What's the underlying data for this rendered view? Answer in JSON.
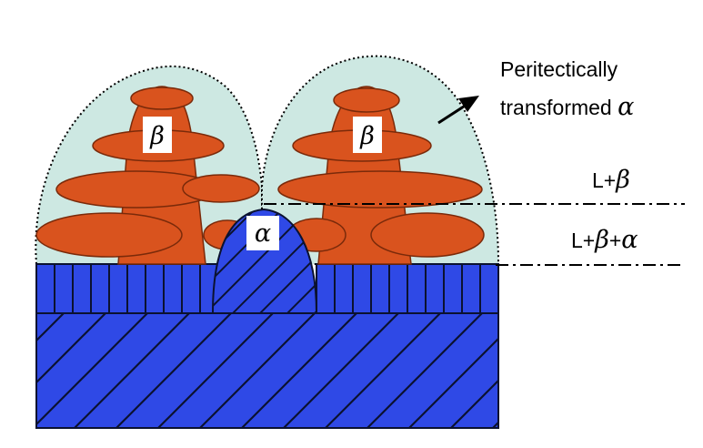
{
  "colors": {
    "alpha_phase": "#2f49e6",
    "beta_phase": "#d9531e",
    "liquid_envelope": "#cde8e2",
    "outline": "#000000",
    "background": "#ffffff"
  },
  "labels": {
    "beta_left": "β",
    "beta_right": "β",
    "alpha_center": "α",
    "annotation_line1": "Peritectically",
    "annotation_line2_text": "transformed ",
    "annotation_line2_symbol": "α",
    "region_upper_prefix": "L+",
    "region_upper_symbol": "β",
    "region_lower_prefix": "L+",
    "region_lower_symbol1": "β",
    "region_lower_mid": "+",
    "region_lower_symbol2": "α"
  }
}
